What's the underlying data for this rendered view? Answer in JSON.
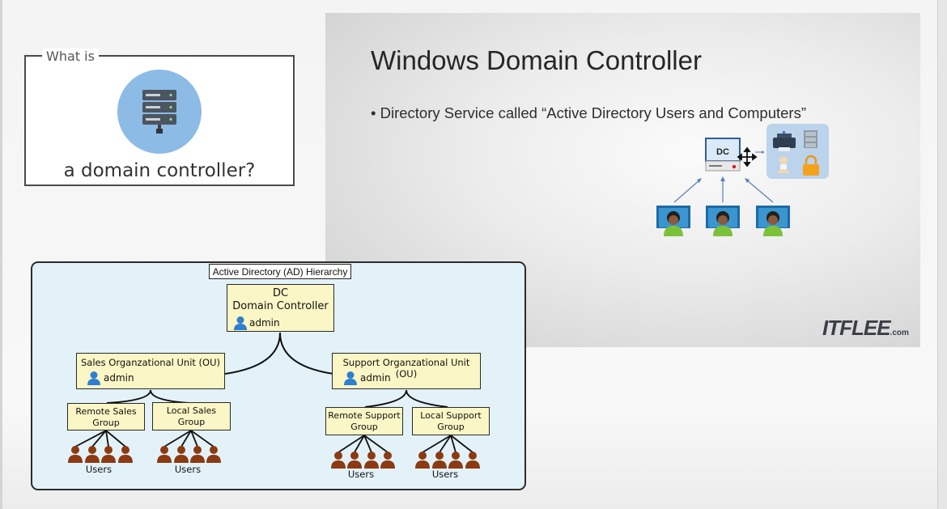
{
  "thumbnail": {
    "legend": "What is",
    "caption": "a domain controller?"
  },
  "slide": {
    "title": "Windows Domain Controller",
    "bullet": "• Directory Service called “Active Directory Users and Computers”",
    "dc_label": "DC",
    "logo_main": "ITFLEE",
    "logo_suffix": ".com"
  },
  "ad_hierarchy": {
    "header": "Active Directory (AD) Hierarchy",
    "dc": {
      "line1": "DC",
      "line2": "Domain Controller",
      "admin": "admin"
    },
    "sales_ou": {
      "label": "Sales Organzational Unit (OU)",
      "admin": "admin"
    },
    "support_ou": {
      "label": "Support Organzational Unit (OU)",
      "admin": "admin"
    },
    "groups": {
      "remote_sales": [
        "Remote Sales",
        "Group"
      ],
      "local_sales": [
        "Local Sales",
        "Group"
      ],
      "remote_support": [
        "Remote Support",
        "Group"
      ],
      "local_support": [
        "Local Support",
        "Group"
      ]
    },
    "users_label": "Users"
  },
  "colors": {
    "panel_bg": "#e3f2f9",
    "node_bg": "#fbf6c5",
    "user_icon": "#8b3a12",
    "admin_icon": "#2f7fd1",
    "thumb_circle": "#8cbbe6"
  }
}
